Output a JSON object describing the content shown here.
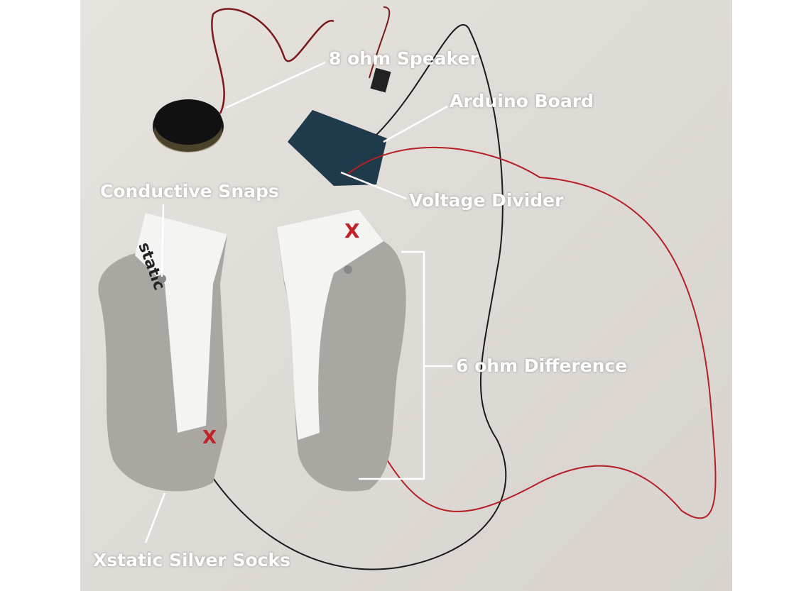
{
  "labels": {
    "speaker": "8 ohm Speaker",
    "arduino": "Arduino Board",
    "snaps": "Conductive Snaps",
    "divider": "Voltage Divider",
    "difference": "6 ohm Difference",
    "socks": "Xstatic Silver Socks"
  },
  "sock_brand": "Xstatic",
  "colors": {
    "label": "#ffffff",
    "wire_red": "#b52025",
    "wire_black": "#1a1a1a",
    "sock_gray": "#a9a7a2",
    "board": "#1f3a4a"
  }
}
